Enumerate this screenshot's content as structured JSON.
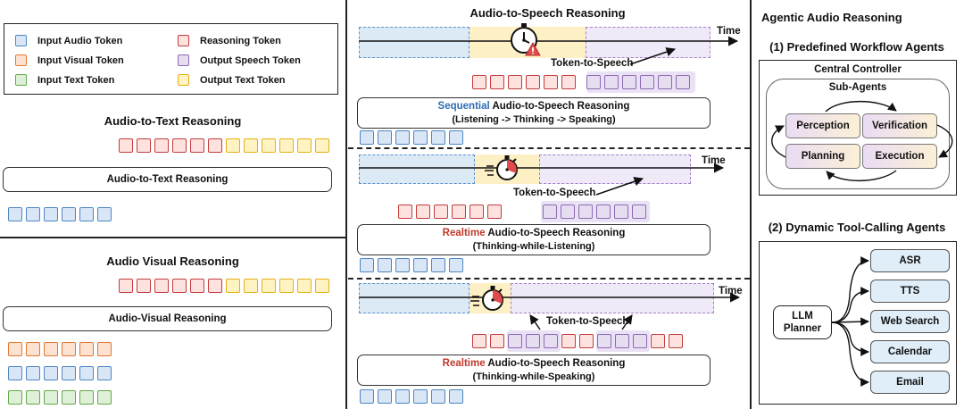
{
  "legend": {
    "items": [
      {
        "label": "Input Audio Token",
        "kind": "audio"
      },
      {
        "label": "Reasoning Token",
        "kind": "reasoning"
      },
      {
        "label": "Input Visual Token",
        "kind": "visual"
      },
      {
        "label": "Output Speech Token",
        "kind": "speech"
      },
      {
        "label": "Input Text Token",
        "kind": "text"
      },
      {
        "label": "Output Text Token",
        "kind": "output_text"
      }
    ]
  },
  "left": {
    "a2t": {
      "title": "Audio-to-Text Reasoning",
      "box_label": "Audio-to-Text Reasoning"
    },
    "av": {
      "title": "Audio Visual Reasoning",
      "box_label": "Audio-Visual Reasoning"
    }
  },
  "middle": {
    "title": "Audio-to-Speech Reasoning",
    "time_label": "Time",
    "token_to_speech": "Token-to-Speech",
    "sequential": {
      "mode": "Sequential",
      "rest": " Audio-to-Speech Reasoning",
      "sub": "(Listening -> Thinking -> Speaking)"
    },
    "realtime_listen": {
      "mode": "Realtime",
      "rest": " Audio-to-Speech Reasoning",
      "sub": "(Thinking-while-Listening)"
    },
    "realtime_speak": {
      "mode": "Realtime",
      "rest": " Audio-to-Speech Reasoning",
      "sub": "(Thinking-while-Speaking)"
    }
  },
  "right": {
    "title": "Agentic Audio Reasoning",
    "workflow_title": "(1) Predefined Workflow Agents",
    "central_controller": "Central Controller",
    "sub_agents": "Sub-Agents",
    "agents": [
      "Perception",
      "Verification",
      "Planning",
      "Execution"
    ],
    "tool_title": "(2) Dynamic Tool-Calling Agents",
    "planner": [
      "LLM",
      "Planner"
    ],
    "tools": [
      "ASR",
      "TTS",
      "Web Search",
      "Calendar",
      "Email"
    ]
  },
  "colors": {
    "mode_sequential": "#2f6db3",
    "mode_realtime": "#c0392b",
    "audio": "#4e86c4",
    "visual": "#e2782f",
    "text": "#62a94a",
    "reasoning": "#c43c3c",
    "speech": "#8e6ab5",
    "output_text": "#e5b012"
  }
}
